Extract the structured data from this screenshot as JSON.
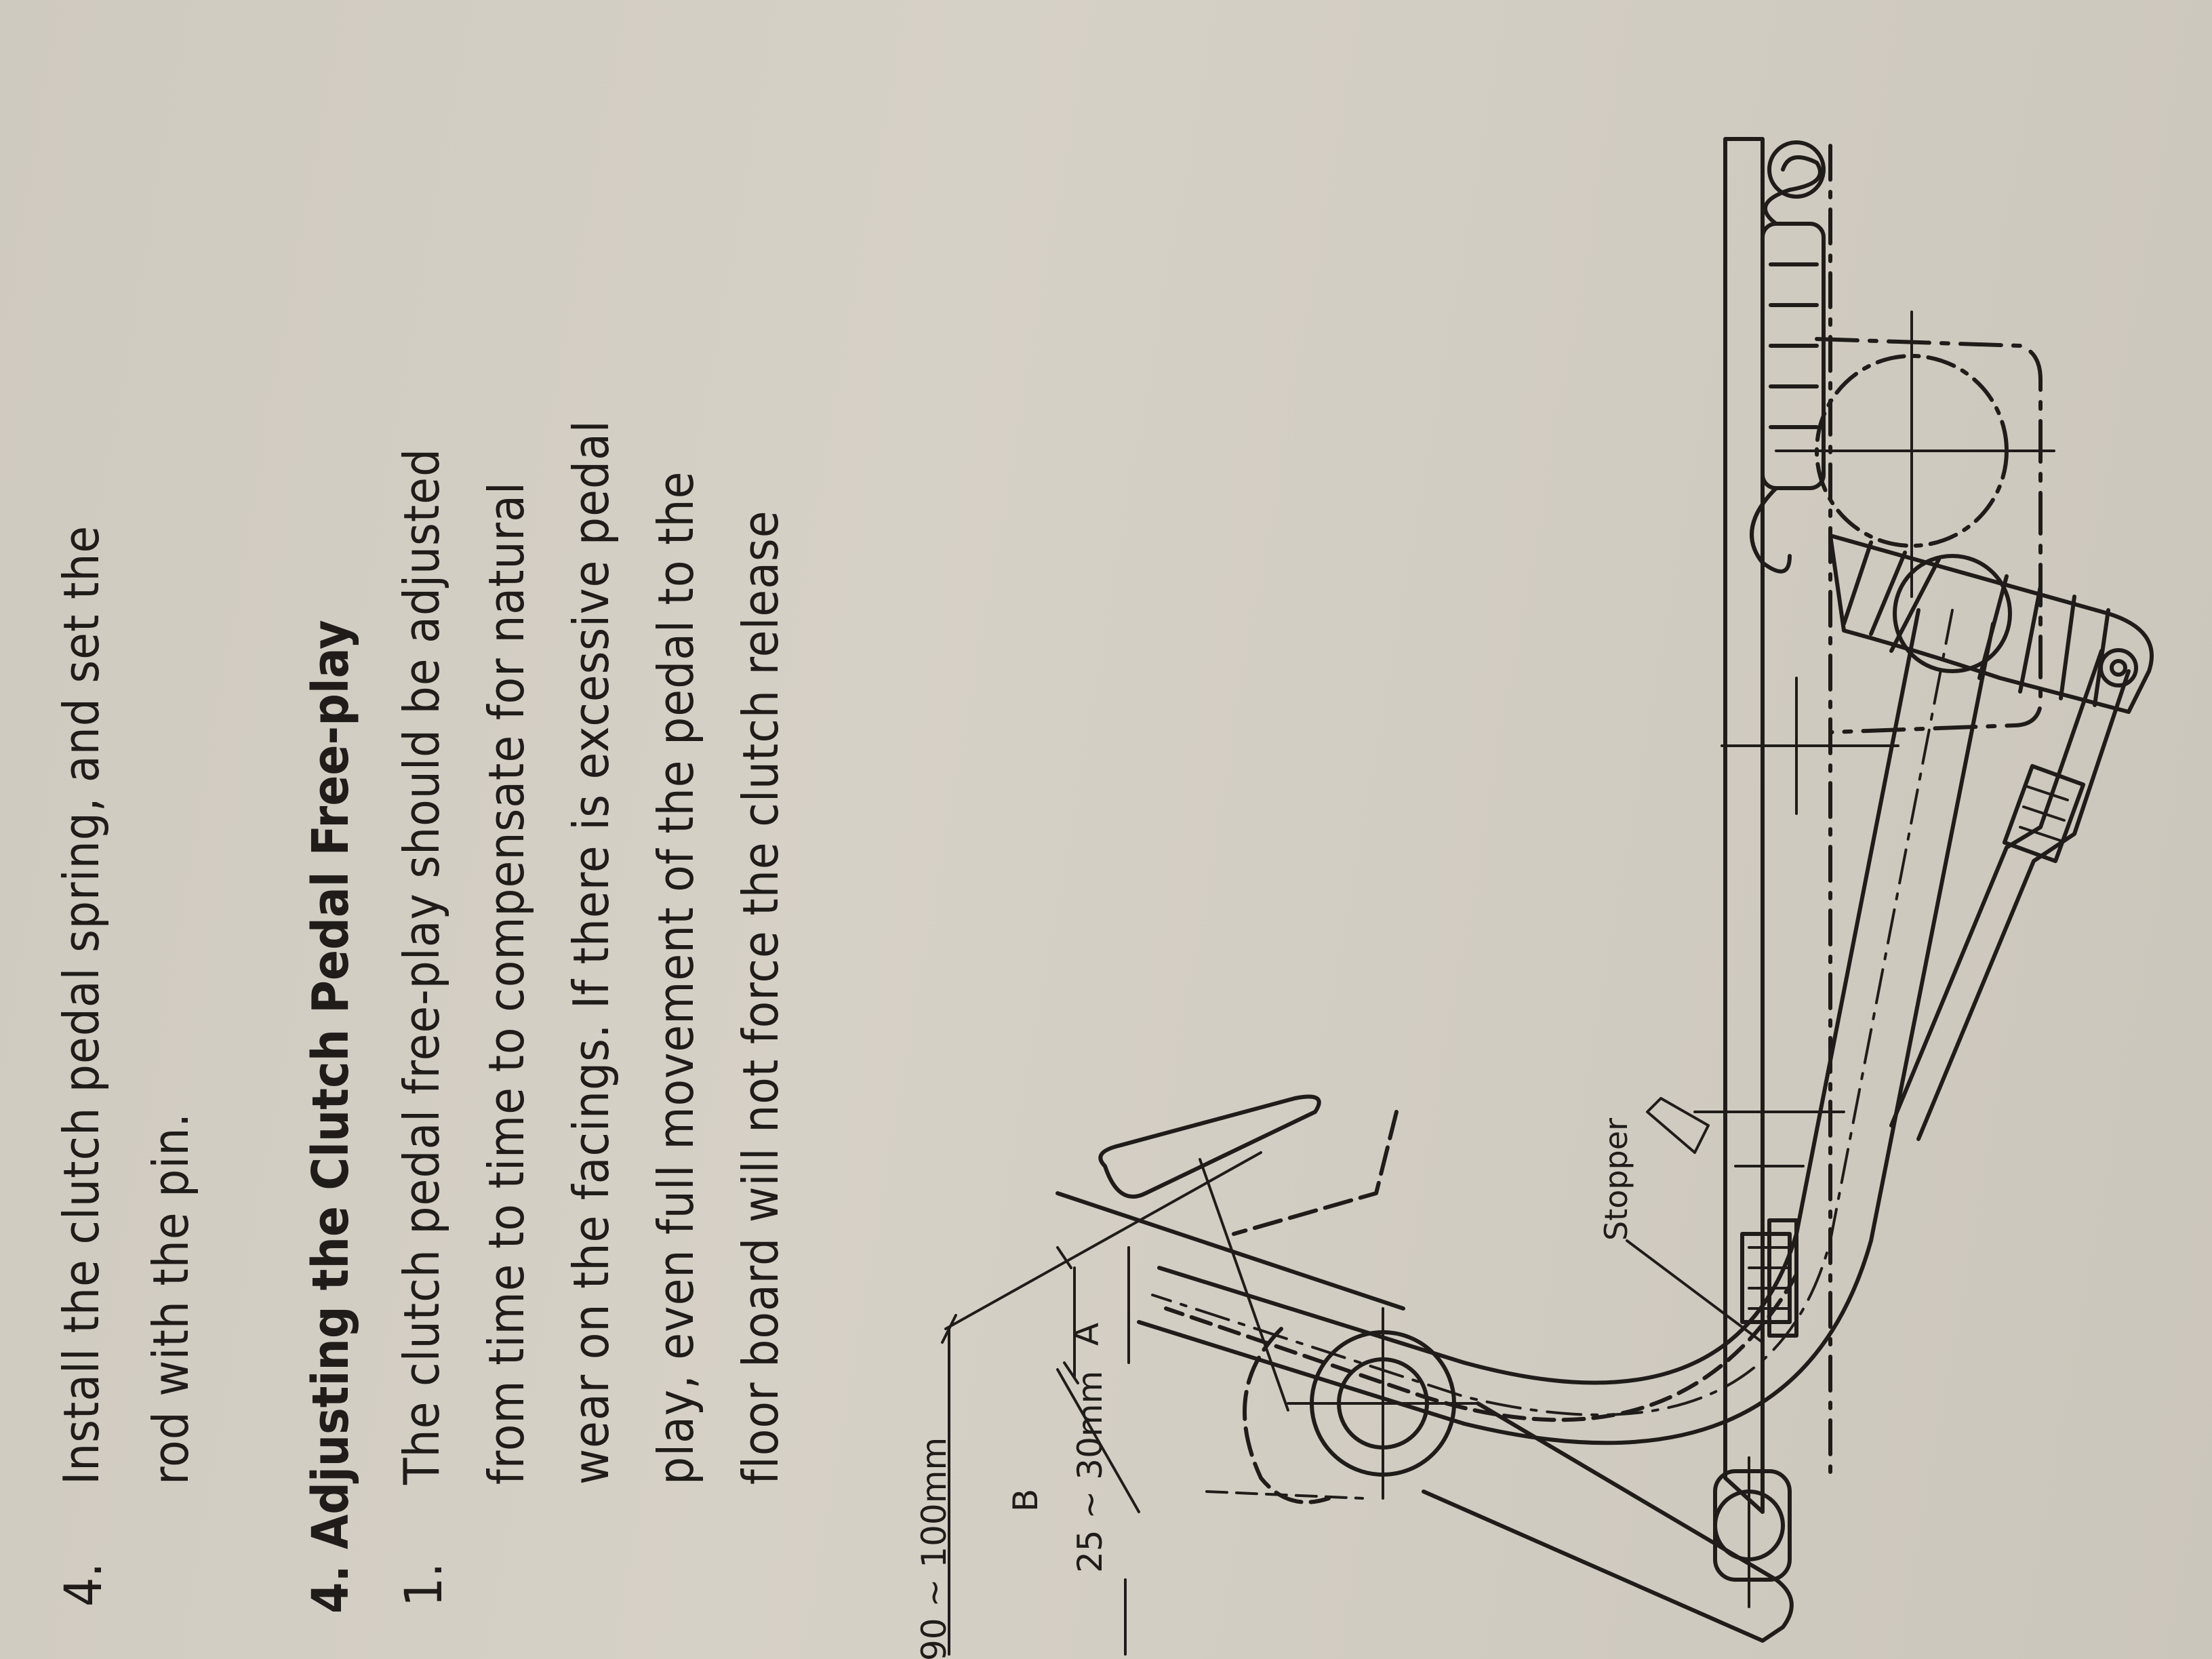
{
  "step4": {
    "number": "4.",
    "line1": "Install  the  clutch  pedal  spring,  and  set  the",
    "line2": "rod with the pin."
  },
  "section": {
    "title": "4. Adjusting the Clutch Pedal Free-play"
  },
  "step1": {
    "number": "1.",
    "lines": [
      "The clutch pedal free-play should be adjusted",
      "from time to time to compensate for natural",
      "wear on the facings. If there is excessive pedal",
      "play, even full movement of the pedal to the",
      "floor board will not force the clutch release"
    ]
  },
  "diagram": {
    "stopper_label": "Stopper",
    "dim_outer": "90 ~ 100mm",
    "dim_b": "B",
    "dim_inner": "25 ~ 30mm",
    "dim_a": "A"
  }
}
